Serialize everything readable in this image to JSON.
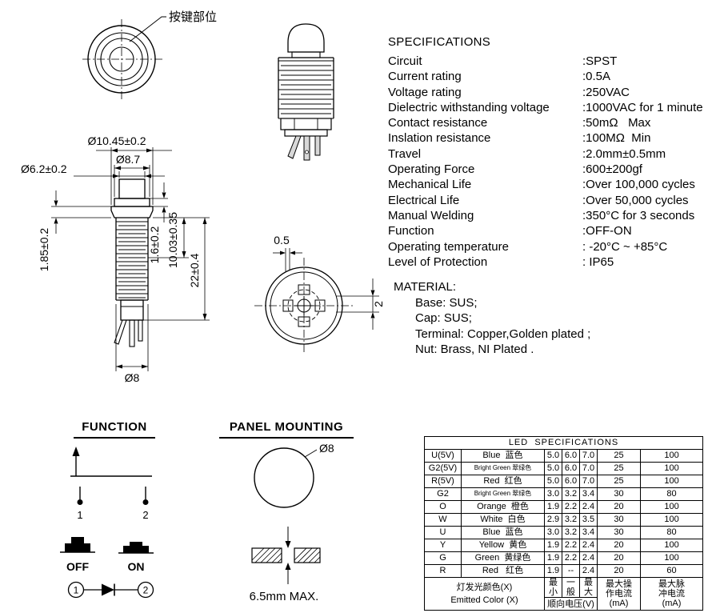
{
  "drawing": {
    "button_area_label": "按键部位",
    "dims": {
      "d1045": "Ø10.45±0.2",
      "d87": "Ø8.7",
      "d62": "Ø6.2±0.2",
      "h185": "1.85±0.2",
      "h16": "1.6±0.2",
      "h1003": "10.03±0.35",
      "h22": "22±0.4",
      "d8_bottom": "Ø8",
      "front_05": "0.5",
      "front_2": "2"
    }
  },
  "specifications": {
    "title": "SPECIFICATIONS",
    "rows": [
      {
        "label": "Circuit",
        "value": ":SPST"
      },
      {
        "label": "Current rating",
        "value": ":0.5A"
      },
      {
        "label": "Voltage rating",
        "value": ":250VAC"
      },
      {
        "label": "Dielectric withstanding voltage",
        "value": ":1000VAC for 1 minute"
      },
      {
        "label": "Contact resistance",
        "value": ":50mΩ   Max"
      },
      {
        "label": "Inslation resistance",
        "value": ":100MΩ  Min"
      },
      {
        "label": "Travel",
        "value": ":2.0mm±0.5mm"
      },
      {
        "label": "Operating Force",
        "value": ":600±200gf"
      },
      {
        "label": "Mechanical Life",
        "value": ":Over 100,000 cycles"
      },
      {
        "label": "Electrical Life",
        "value": ":Over 50,000 cycles"
      },
      {
        "label": "Manual Welding",
        "value": ":350°C for 3 seconds"
      },
      {
        "label": "Function",
        "value": ":OFF-ON"
      },
      {
        "label": "Operating temperature",
        "value": ": -20°C ~ +85°C"
      },
      {
        "label": "Level of Protection",
        "value": ": IP65"
      }
    ]
  },
  "material": {
    "title": "MATERIAL:",
    "lines": [
      "Base: SUS;",
      "Cap: SUS;",
      "Terminal: Copper,Golden plated ;",
      "Nut: Brass, NI Plated ."
    ]
  },
  "function_section": {
    "title": "FUNCTION",
    "terminal_1": "1",
    "terminal_2": "2",
    "off_label": "OFF",
    "on_label": "ON",
    "circle_1": "1",
    "circle_2": "2"
  },
  "panel_section": {
    "title": "PANEL MOUNTING",
    "hole_dim": "Ø8",
    "thickness_note": "6.5mm MAX."
  },
  "led_table": {
    "title": "LED  SPECIFICATIONS",
    "rows": [
      {
        "code": "U(5V)",
        "color": "Blue  蓝色",
        "v_min": "5.0",
        "v_typ": "6.0",
        "v_max": "7.0",
        "i_op": "25",
        "i_pulse": "100"
      },
      {
        "code": "G2(5V)",
        "color": "Bright Green 翠绿色",
        "v_min": "5.0",
        "v_typ": "6.0",
        "v_max": "7.0",
        "i_op": "25",
        "i_pulse": "100"
      },
      {
        "code": "R(5V)",
        "color": "Red  红色",
        "v_min": "5.0",
        "v_typ": "6.0",
        "v_max": "7.0",
        "i_op": "25",
        "i_pulse": "100"
      },
      {
        "code": "G2",
        "color": "Bright Green 翠绿色",
        "v_min": "3.0",
        "v_typ": "3.2",
        "v_max": "3.4",
        "i_op": "30",
        "i_pulse": "80"
      },
      {
        "code": "O",
        "color": "Orange  橙色",
        "v_min": "1.9",
        "v_typ": "2.2",
        "v_max": "2.4",
        "i_op": "20",
        "i_pulse": "100"
      },
      {
        "code": "W",
        "color": "White  白色",
        "v_min": "2.9",
        "v_typ": "3.2",
        "v_max": "3.5",
        "i_op": "30",
        "i_pulse": "100"
      },
      {
        "code": "U",
        "color": "Blue  蓝色",
        "v_min": "3.0",
        "v_typ": "3.2",
        "v_max": "3.4",
        "i_op": "30",
        "i_pulse": "80"
      },
      {
        "code": "Y",
        "color": "Yellow  黄色",
        "v_min": "1.9",
        "v_typ": "2.2",
        "v_max": "2.4",
        "i_op": "20",
        "i_pulse": "100"
      },
      {
        "code": "G",
        "color": "Green  黄绿色",
        "v_min": "1.9",
        "v_typ": "2.2",
        "v_max": "2.4",
        "i_op": "20",
        "i_pulse": "100"
      },
      {
        "code": "R",
        "color": "Red   红色",
        "v_min": "1.9",
        "v_typ": "--",
        "v_max": "2.4",
        "i_op": "20",
        "i_pulse": "60"
      }
    ],
    "footer": {
      "emitted_cn": "灯发光颜色(X)",
      "emitted_en": "Emitted Color (X)",
      "min": "最小",
      "typ": "一般",
      "max": "最大",
      "voltage": "顺向电压(V)",
      "op_l1": "最大操",
      "op_l2": "作电流",
      "op_l3": "(mA)",
      "pulse_l1": "最大脉",
      "pulse_l2": "冲电流",
      "pulse_l3": "(mA)"
    }
  }
}
